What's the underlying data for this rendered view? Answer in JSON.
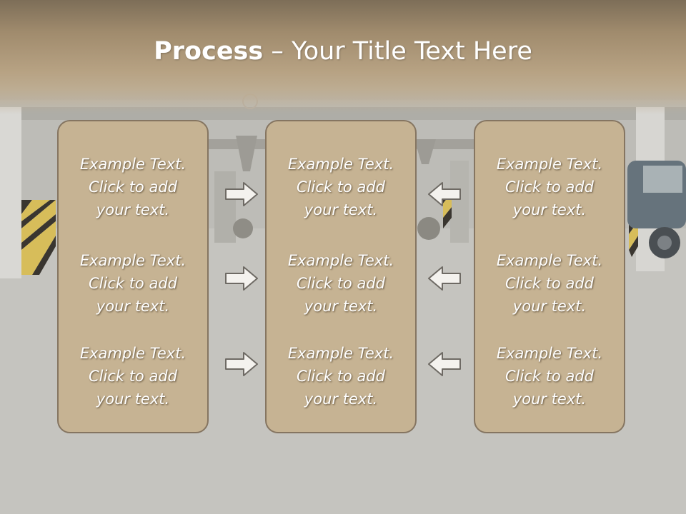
{
  "title": {
    "bold": "Process",
    "rest": " – Your Title Text Here"
  },
  "columns": [
    {
      "items": [
        {
          "line1": "Example Text.",
          "line2": "Click  to add",
          "line3": "your text."
        },
        {
          "line1": "Example Text.",
          "line2": "Click  to add",
          "line3": "your text."
        },
        {
          "line1": "Example Text.",
          "line2": "Click  to add",
          "line3": "your text."
        }
      ]
    },
    {
      "items": [
        {
          "line1": "Example Text.",
          "line2": "Click  to add",
          "line3": "your text."
        },
        {
          "line1": "Example Text.",
          "line2": "Click  to add",
          "line3": "your text."
        },
        {
          "line1": "Example Text.",
          "line2": "Click  to add",
          "line3": "your text."
        }
      ]
    },
    {
      "items": [
        {
          "line1": "Example Text.",
          "line2": "Click  to add",
          "line3": "your text."
        },
        {
          "line1": "Example Text.",
          "line2": "Click  to add",
          "line3": "your text."
        },
        {
          "line1": "Example Text.",
          "line2": "Click  to add",
          "line3": "your text."
        }
      ]
    }
  ],
  "arrows": {
    "left_column": "right-arrow-icon",
    "right_column": "left-arrow-icon"
  },
  "colors": {
    "panel": "#c6b393",
    "panel_border": "#857561",
    "title_band": "#a08b6d",
    "text": "#ffffff"
  }
}
